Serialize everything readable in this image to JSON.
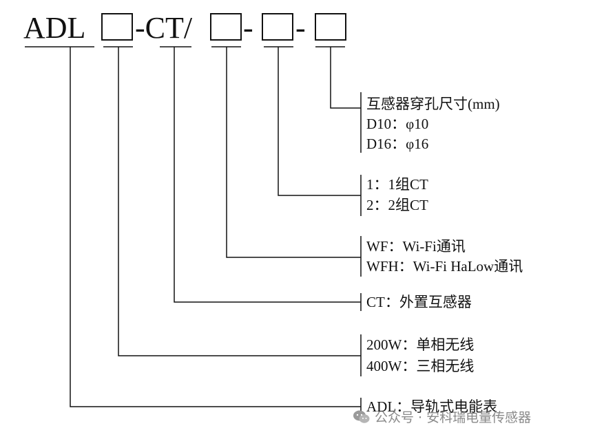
{
  "title_parts": {
    "prefix": "ADL",
    "ct": "-CT/",
    "dash1": "-",
    "dash2": "-"
  },
  "groups": [
    {
      "lines": [
        "互感器穿孔尺寸(mm)",
        "D10：φ10",
        "D16：φ16"
      ]
    },
    {
      "lines": [
        "1：1组CT",
        "2：2组CT"
      ]
    },
    {
      "lines": [
        "WF：Wi-Fi通讯",
        "WFH：Wi-Fi HaLow通讯"
      ]
    },
    {
      "lines": [
        "CT：外置互感器"
      ]
    },
    {
      "lines": [
        "200W：单相无线",
        "400W：三相无线"
      ]
    },
    {
      "lines": [
        "ADL：导轨式电能表"
      ]
    }
  ],
  "watermark": {
    "text": "公众号 · 安科瑞电量传感器",
    "icon": "wechat-icon"
  }
}
